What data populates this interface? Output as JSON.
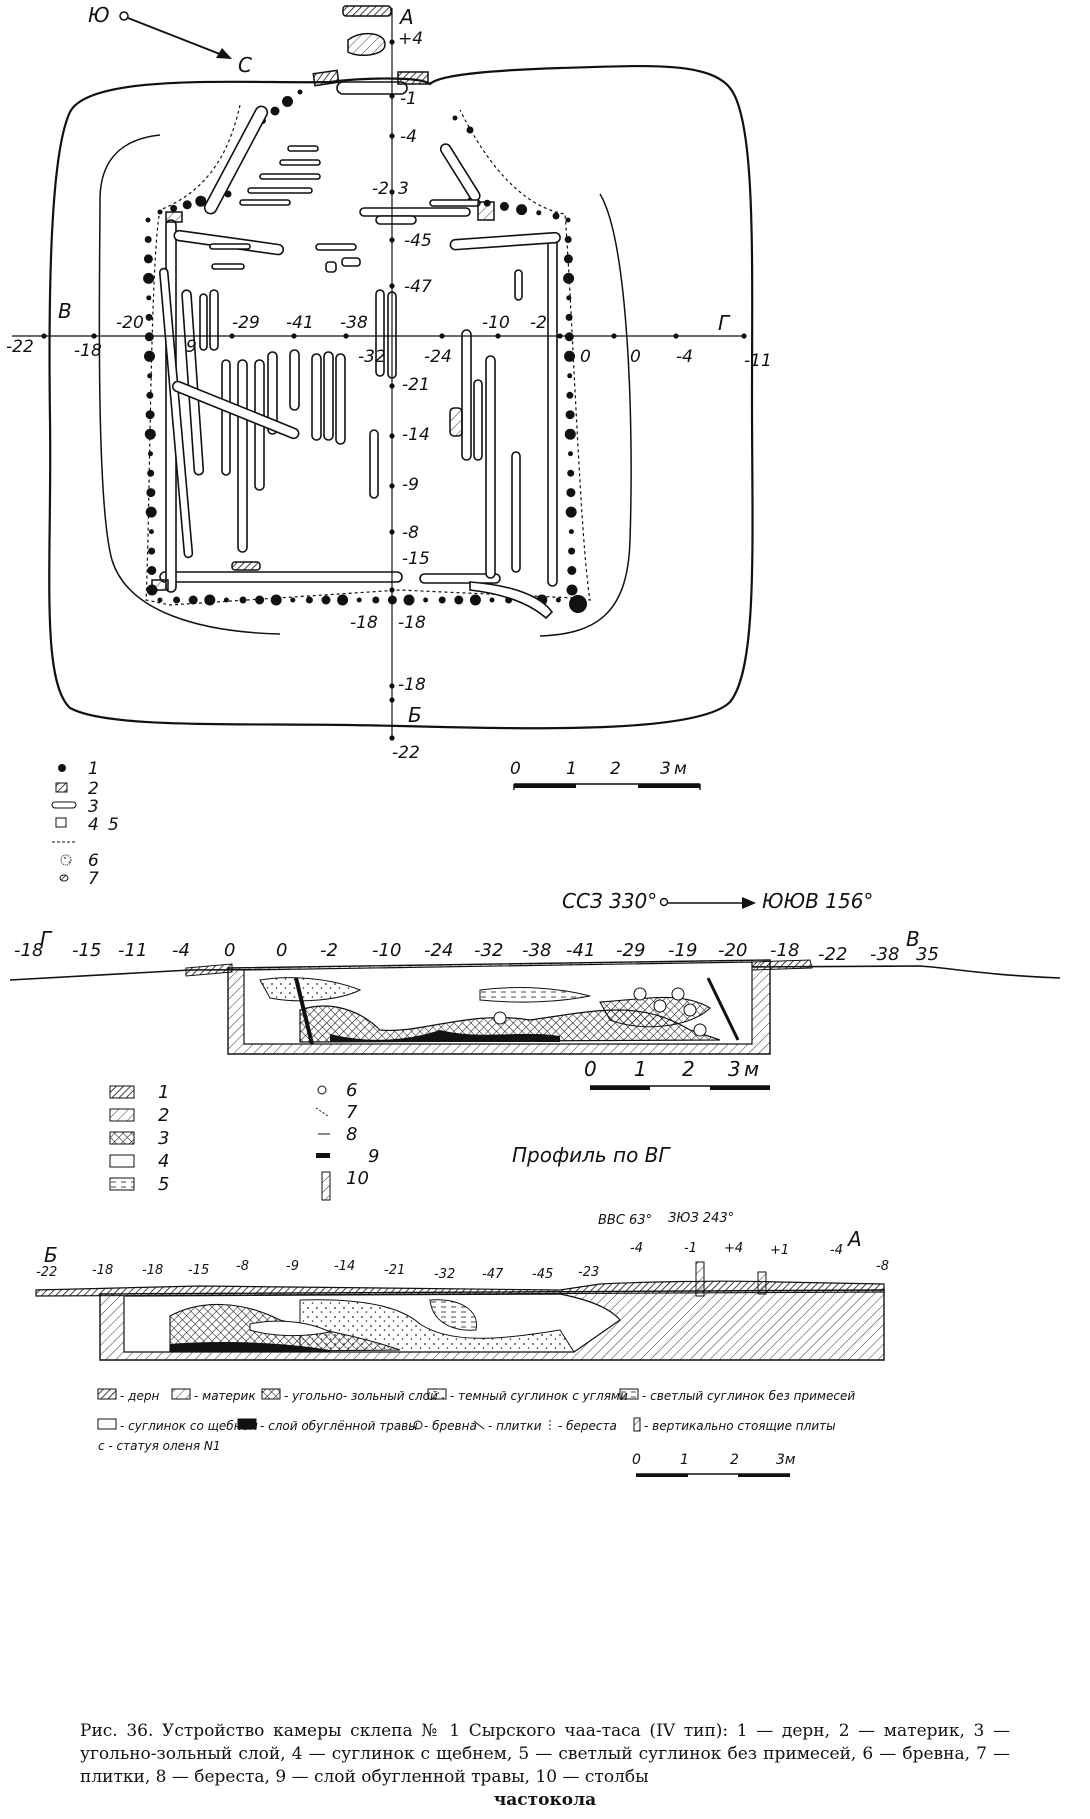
{
  "plan": {
    "compass": {
      "from": "Ю",
      "to": "С"
    },
    "axis_letters": {
      "top": "А",
      "bottom": "Б",
      "left": "В",
      "right": "Г"
    },
    "vertical_axis_values": [
      "+4",
      "-1",
      "-4",
      "-2",
      "3",
      "-45",
      "-47",
      "-21",
      "-14",
      "-9",
      "-8",
      "-15",
      "-18",
      "-18",
      "-22"
    ],
    "horizontal_axis_values": [
      "-22",
      "-18",
      "-20",
      "-29",
      "-41",
      "-38",
      "-32",
      "-24",
      "-10",
      "-2",
      "0",
      "0",
      "-4",
      "-11"
    ],
    "extra_marks": [
      "9",
      "-18"
    ],
    "legend": [
      {
        "num": "1",
        "symbol": "dot"
      },
      {
        "num": "2",
        "symbol": "hatched-stone"
      },
      {
        "num": "3",
        "symbol": "log"
      },
      {
        "num": "4",
        "symbol": "slab"
      },
      {
        "num": "5",
        "symbol": "dashed-line"
      },
      {
        "num": "6",
        "symbol": "stippled"
      },
      {
        "num": "7",
        "symbol": "pebble"
      }
    ],
    "scale": {
      "ticks": [
        "0",
        "1",
        "2",
        "3"
      ],
      "unit": "м"
    }
  },
  "profile_vg": {
    "orientation": {
      "from": "ССЗ 330°",
      "to": "ЮЮВ 156°"
    },
    "left_letter": "Г",
    "right_letter": "В",
    "surface_values": [
      "-18",
      "-15",
      "-11",
      "-4",
      "0",
      "0",
      "-2",
      "-10",
      "-24",
      "-32",
      "-38",
      "-41",
      "-29",
      "-19",
      "-20",
      "-18",
      "-22",
      "-38",
      "35"
    ],
    "legend_left": [
      {
        "num": "1",
        "fill": "hatch-dense"
      },
      {
        "num": "2",
        "fill": "hatch-light"
      },
      {
        "num": "3",
        "fill": "crosshatch"
      },
      {
        "num": "4",
        "fill": "blank"
      },
      {
        "num": "5",
        "fill": "dashes"
      }
    ],
    "legend_right": [
      {
        "num": "6",
        "symbol": "log-section"
      },
      {
        "num": "7",
        "symbol": "slab"
      },
      {
        "num": "8",
        "symbol": "bark"
      },
      {
        "num": "9",
        "symbol": "grass"
      },
      {
        "num": "10",
        "symbol": "post"
      }
    ],
    "scale": {
      "ticks": [
        "0",
        "1",
        "2",
        "3"
      ],
      "unit": "м"
    },
    "title": "Профиль по ВГ"
  },
  "profile_ab": {
    "orientation": [
      "ВВС 63°",
      "ЗЮЗ 243°"
    ],
    "left_letter": "Б",
    "right_letter": "А",
    "surface_values": [
      "-22",
      "-18",
      "-18",
      "-15",
      "-8",
      "-9",
      "-14",
      "-21",
      "-32",
      "-47",
      "-45",
      "-23",
      "-4",
      "-1",
      "+4",
      "+1",
      "-4",
      "-8"
    ],
    "legend": [
      {
        "symbol": "hatch-dense",
        "text": "- дерн"
      },
      {
        "symbol": "hatch-light",
        "text": "- материк"
      },
      {
        "symbol": "crosshatch",
        "text": "- угольно- зольный слой"
      },
      {
        "symbol": "dots",
        "text": "- темный суглинок с углями"
      },
      {
        "symbol": "dashes",
        "text": "- светлый суглинок без примесей"
      },
      {
        "symbol": "blank",
        "text": "- суглинок со щебнем"
      },
      {
        "symbol": "black",
        "text": "- слой обуглённой травы"
      },
      {
        "symbol": "circle-plus",
        "text": "- бревна"
      },
      {
        "symbol": "slab",
        "text": "- плитки"
      },
      {
        "symbol": "dots-vert",
        "text": "- береста"
      },
      {
        "symbol": "post",
        "text": "- вертикально стоящие плиты"
      },
      {
        "symbol": "none",
        "text": "с - статуя оленя N1"
      }
    ],
    "scale": {
      "ticks": [
        "0",
        "1",
        "2",
        "3м"
      ]
    }
  },
  "caption": {
    "body": "Рис. 36. Устройство камеры склепа № 1 Сырского чаа-таса (IV тип): 1 — дерн, 2 — материк, 3 — угольно-зольный слой, 4 — суглинок с щебнем, 5 — светлый суглинок без примесей, 6 — бревна, 7 — плитки, 8 — береста, 9 — слой обугленной травы, 10 — столбы",
    "last": "частокола"
  }
}
